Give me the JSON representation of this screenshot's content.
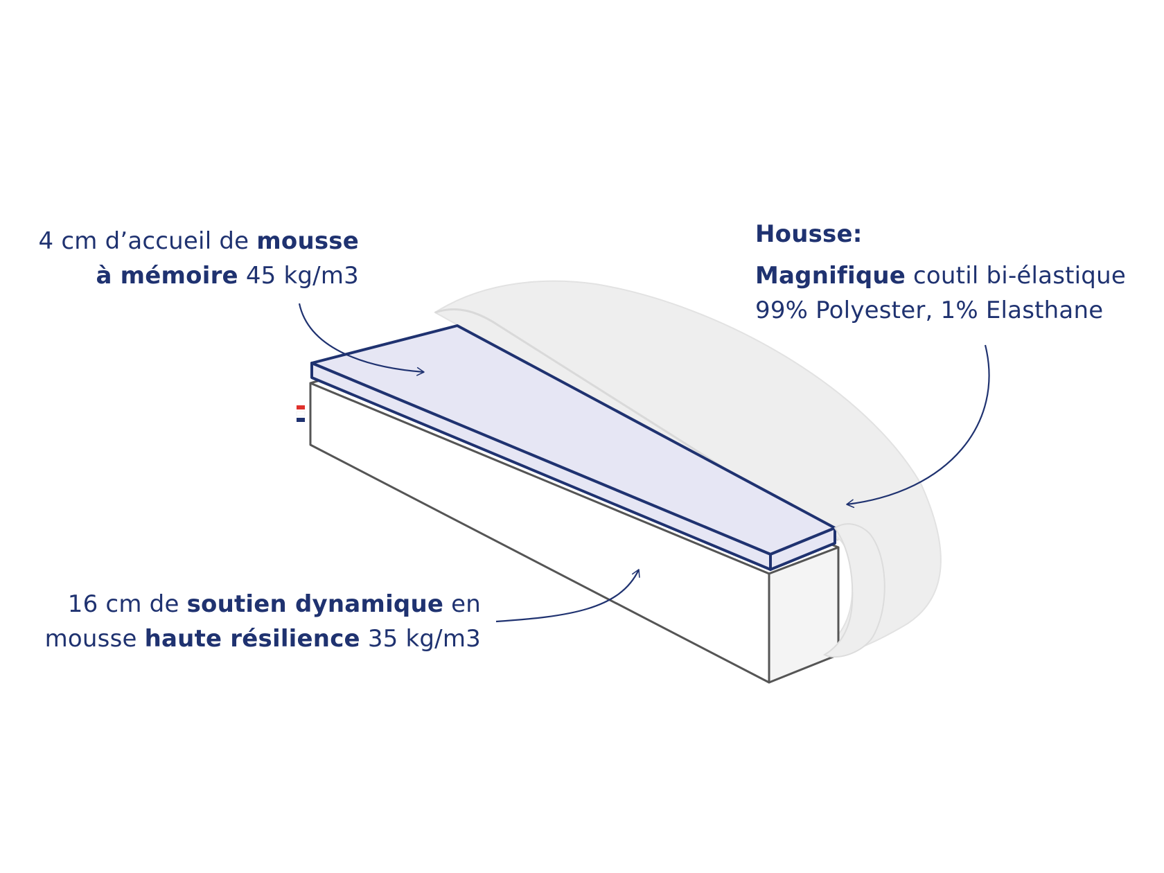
{
  "memory_foam": {
    "prefix": "4 cm d’accueil de ",
    "bold1": "mousse",
    "bold2": "à mémoire",
    "suffix": " 45 kg/m3"
  },
  "cover": {
    "title": "Housse:",
    "bold": "Magnifique",
    "line1_rest": " coutil bi-élastique",
    "line2": "99% Polyester, 1% Elasthane"
  },
  "support_foam": {
    "prefix": "16 cm de ",
    "bold1": "soutien dynamique",
    "mid": " en",
    "line2_prefix": "mousse ",
    "bold2": "haute résilience",
    "suffix": " 35 kg/m3"
  },
  "colors": {
    "navy": "#1f3270",
    "memory_layer_fill": "#e6e6f4",
    "cover_fill": "#eeeeee",
    "base_outline": "#555555",
    "flag_red": "#e0312c",
    "flag_blue": "#1f3270"
  }
}
